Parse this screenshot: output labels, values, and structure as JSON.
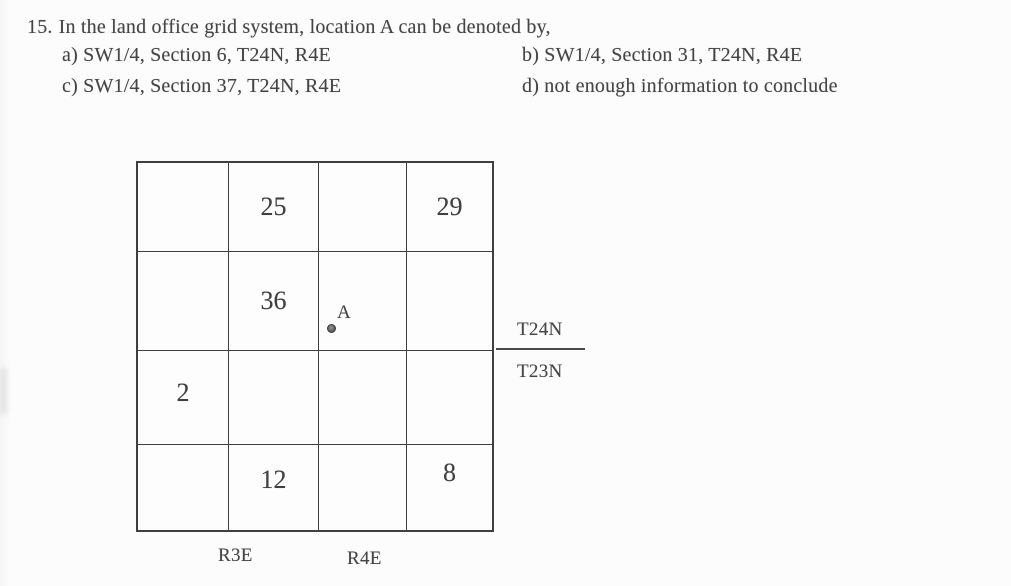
{
  "question": {
    "number": "15.",
    "text": "In the land office grid system, location A can be denoted by,",
    "options": [
      "a) SW1/4, Section 6, T24N, R4E",
      "b) SW1/4, Section 31, T24N, R4E",
      "c) SW1/4, Section 37, T24N, R4E",
      "d) not enough information to conclude"
    ]
  },
  "diagram": {
    "grid_cells": [
      [
        "",
        "25",
        "",
        "29"
      ],
      [
        "",
        "36",
        "",
        ""
      ],
      [
        "2",
        "",
        "",
        ""
      ],
      [
        "",
        "12",
        "",
        "8"
      ]
    ],
    "point_label": "A",
    "township": {
      "upper": "T24N",
      "lower": "T23N"
    },
    "ranges": [
      "R3E",
      "R4E"
    ],
    "colors": {
      "line": "#3f3f3f",
      "text": "#454545",
      "paper": "#fcfcfc"
    }
  }
}
